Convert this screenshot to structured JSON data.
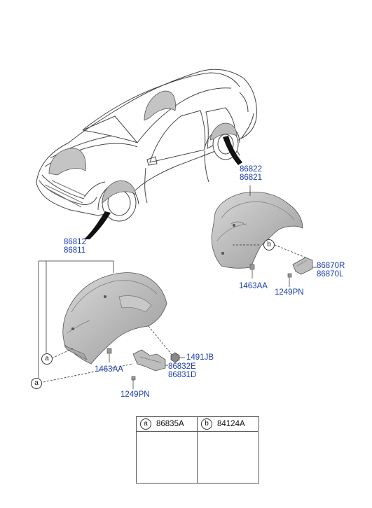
{
  "parts": {
    "rear_upper": "86822",
    "rear_lower": "86821",
    "front_upper": "86812",
    "front_lower": "86811",
    "guard_r": "86870R",
    "guard_l": "86870L",
    "rear_clip": "1463AA",
    "rear_pin": "1249PN",
    "front_clip": "1463AA",
    "nut": "1491JB",
    "guard_e": "86832E",
    "guard_d": "86831D",
    "front_pin": "1249PN"
  },
  "callouts": {
    "a": "a",
    "b": "b"
  },
  "legend": {
    "a_letter": "a",
    "a_code": "86835A",
    "b_letter": "b",
    "b_code": "84124A"
  },
  "colors": {
    "label_blue": "#1a3db5",
    "line": "#333333",
    "liner_fill": "#b8b8b8"
  }
}
